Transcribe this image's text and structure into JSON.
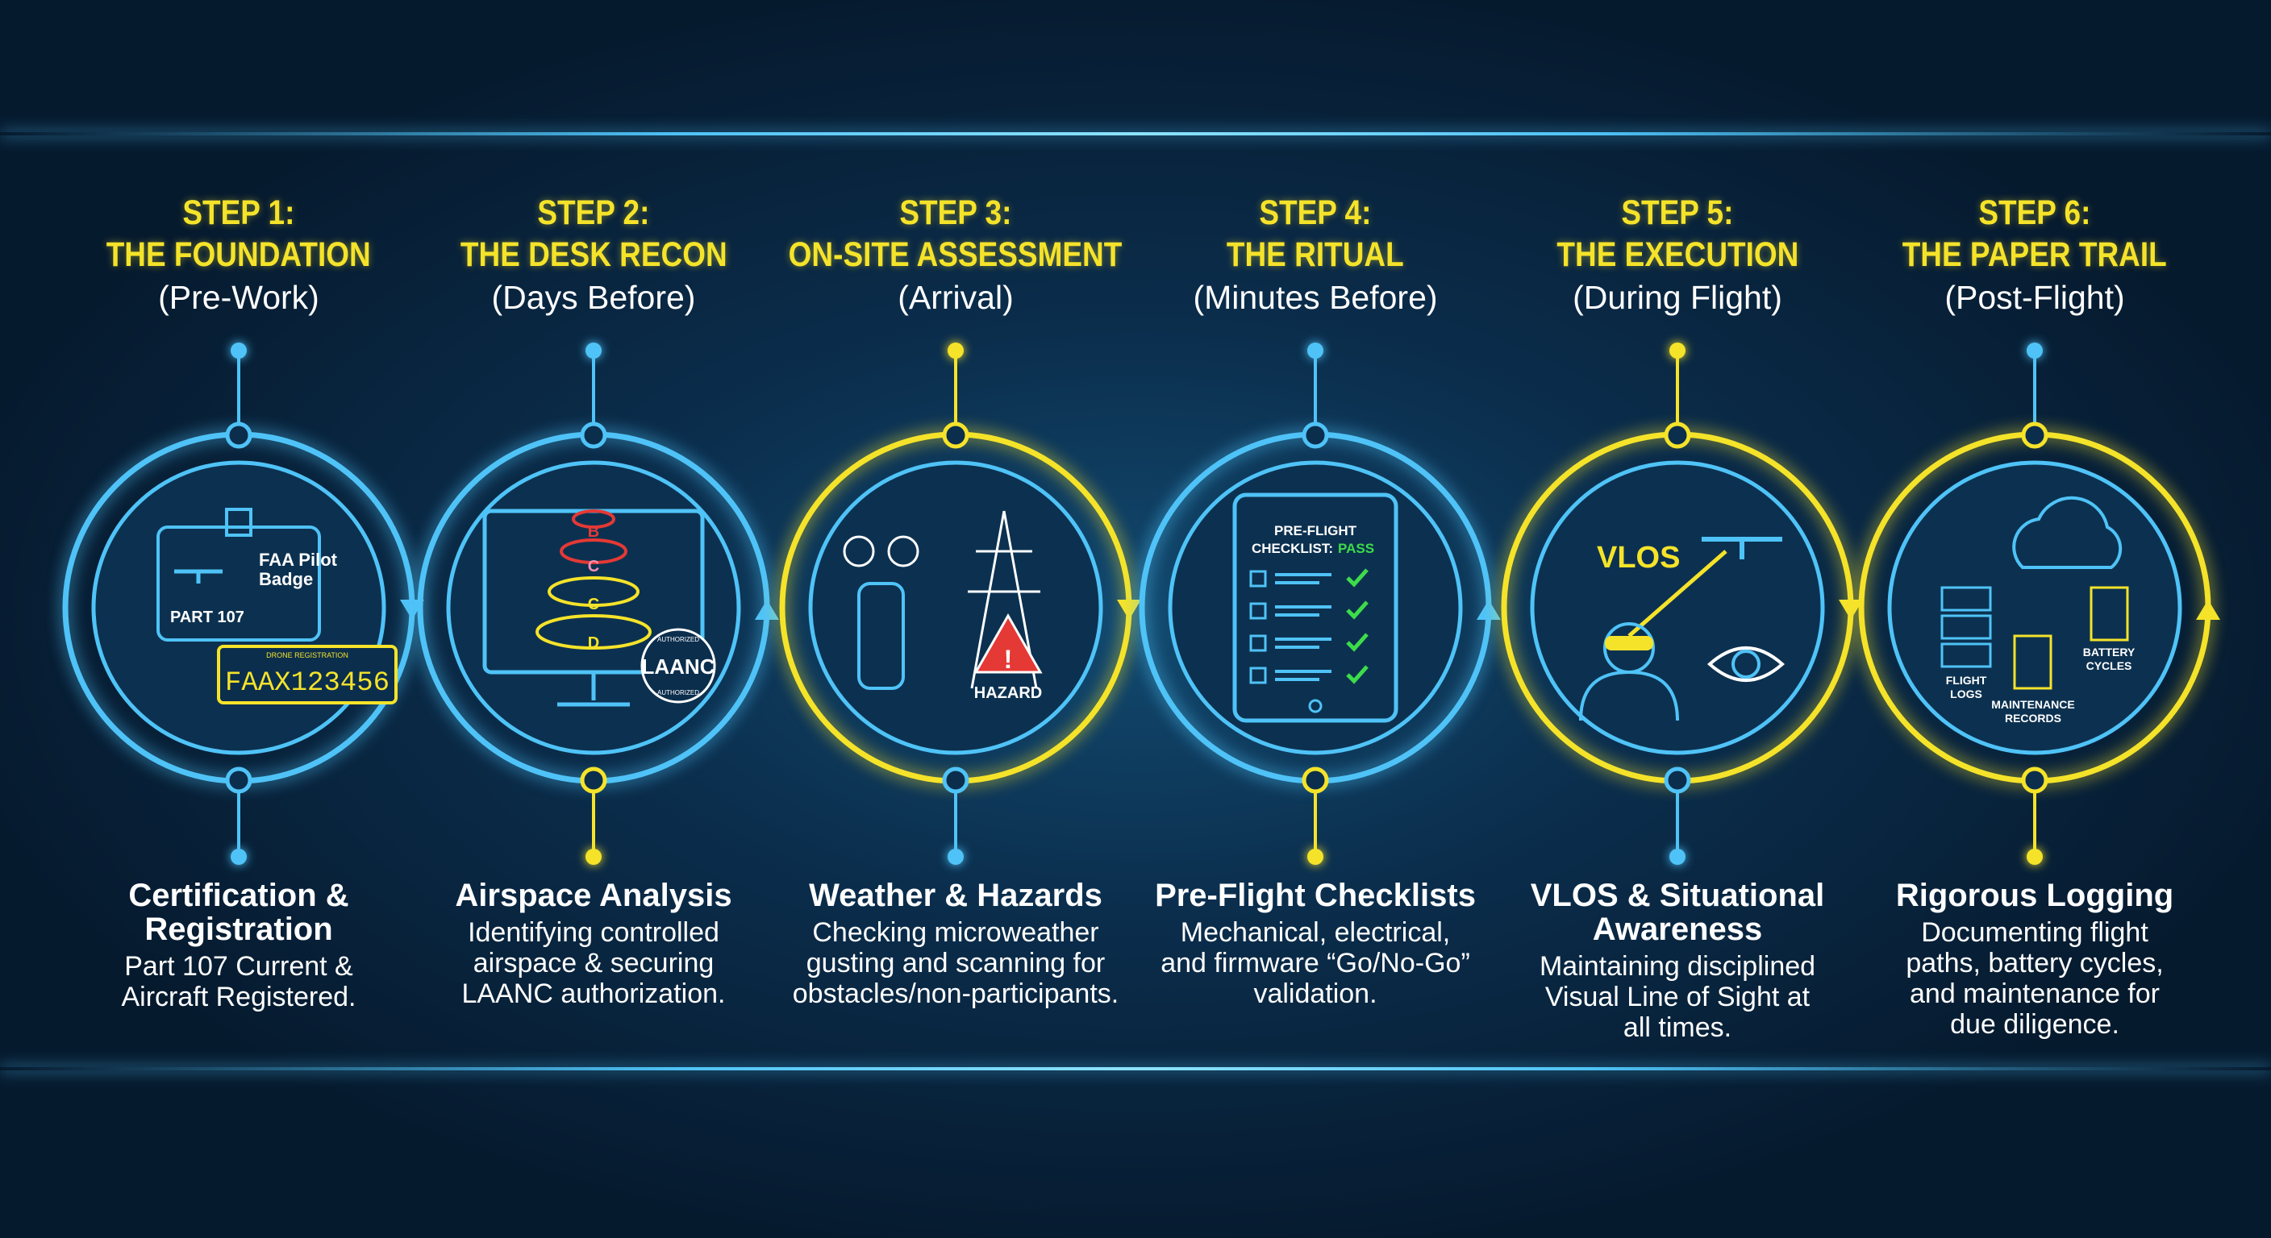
{
  "colors": {
    "cyan": "#4fc3f7",
    "yellow": "#f5e32a",
    "background": "#0b2e4d",
    "green": "#3ddc4a",
    "red": "#e53935"
  },
  "steps": [
    {
      "step": "STEP 1:",
      "title": "THE FOUNDATION",
      "subtitle": "(Pre-Work)",
      "ring": "#4fc3f7",
      "top_dot": "#4fc3f7",
      "bottom_dot": "#4fc3f7",
      "desc_title": [
        "Certification &",
        "Registration"
      ],
      "desc": [
        "Part 107 Current &",
        "Aircraft Registered."
      ],
      "icon": "pilot-badge-icon",
      "labels": {
        "badge": "FAA Pilot",
        "badge2": "Badge",
        "part": "PART 107",
        "reg_caption": "DRONE REGISTRATION",
        "reg": "FAAX123456"
      }
    },
    {
      "step": "STEP 2:",
      "title": "THE DESK RECON",
      "subtitle": "(Days Before)",
      "ring": "#4fc3f7",
      "top_dot": "#4fc3f7",
      "bottom_dot": "#f5e32a",
      "desc_title": [
        "Airspace Analysis"
      ],
      "desc": [
        "Identifying controlled",
        "airspace & securing",
        "LAANC authorization."
      ],
      "icon": "airspace-monitor-icon",
      "labels": {
        "b": "B",
        "c1": "C",
        "c2": "C",
        "d": "D",
        "stamp": "LAANC",
        "stamp_top": "AUTHORIZED",
        "stamp_bottom": "AUTHORIZED"
      }
    },
    {
      "step": "STEP 3:",
      "title": "ON-SITE ASSESSMENT",
      "subtitle": "(Arrival)",
      "ring": "#f5e32a",
      "top_dot": "#f5e32a",
      "bottom_dot": "#4fc3f7",
      "desc_title": [
        "Weather & Hazards"
      ],
      "desc": [
        "Checking microweather",
        "gusting and scanning for",
        "obstacles/non-participants."
      ],
      "icon": "anemometer-hazard-icon",
      "labels": {
        "hazard": "HAZARD"
      }
    },
    {
      "step": "STEP 4:",
      "title": "THE RITUAL",
      "subtitle": "(Minutes Before)",
      "ring": "#4fc3f7",
      "top_dot": "#4fc3f7",
      "bottom_dot": "#f5e32a",
      "desc_title": [
        "Pre-Flight Checklists"
      ],
      "desc": [
        "Mechanical, electrical,",
        "and firmware “Go/No-Go”",
        "validation."
      ],
      "icon": "checklist-tablet-icon",
      "labels": {
        "line1": "PRE-FLIGHT",
        "line2": "CHECKLIST:",
        "pass": "PASS"
      }
    },
    {
      "step": "STEP 5:",
      "title": "THE EXECUTION",
      "subtitle": "(During Flight)",
      "ring": "#f5e32a",
      "top_dot": "#f5e32a",
      "bottom_dot": "#4fc3f7",
      "desc_title": [
        "VLOS & Situational",
        "Awareness"
      ],
      "desc": [
        "Maintaining disciplined",
        "Visual Line of Sight at",
        "all times."
      ],
      "icon": "vlos-pilot-icon",
      "labels": {
        "vlos": "VLOS"
      }
    },
    {
      "step": "STEP 6:",
      "title": "THE PAPER TRAIL",
      "subtitle": "(Post-Flight)",
      "ring": "#f5e32a",
      "top_dot": "#4fc3f7",
      "bottom_dot": "#f5e32a",
      "desc_title": [
        "Rigorous Logging"
      ],
      "desc": [
        "Documenting flight",
        "paths, battery cycles,",
        "and maintenance for",
        "due diligence."
      ],
      "icon": "cloud-records-icon",
      "labels": {
        "logs1": "FLIGHT",
        "logs2": "LOGS",
        "bat1": "BATTERY",
        "bat2": "CYCLES",
        "mr1": "MAINTENANCE",
        "mr2": "RECORDS"
      }
    }
  ]
}
